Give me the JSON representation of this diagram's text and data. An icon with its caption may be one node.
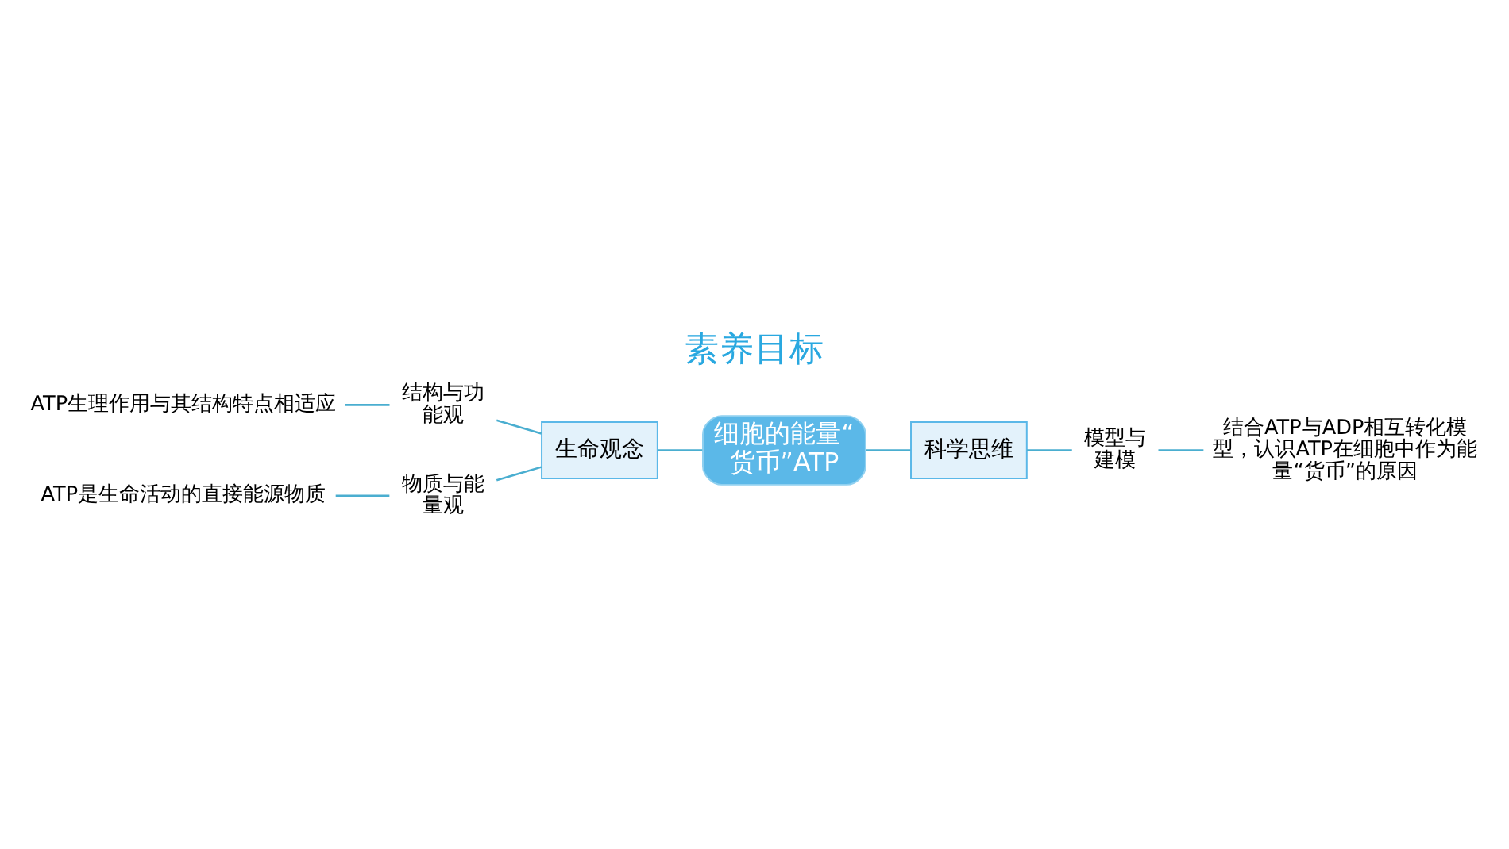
{
  "diagram": {
    "title": "素养目标",
    "nodes": [
      {
        "text": [
          "细胞的能量“货币”ATP"
        ]
      },
      {
        "text": [
          "生命观念"
        ]
      },
      {
        "text": [
          "结构与功能观"
        ]
      },
      {
        "text": [
          "物质与能量观"
        ]
      },
      {
        "text": [
          "ATP生理作用与其结构特点相适应"
        ]
      },
      {
        "text": [
          "ATP是生命活动的直接能源物质"
        ]
      },
      {
        "text": [
          "科学思维"
        ]
      },
      {
        "text": [
          "模型与建模"
        ]
      },
      {
        "text": [
          "结合ATP与ADP相互转化模型，认识ATP在细胞中作为能量“货币”的原因"
        ]
      }
    ],
    "edges": [
      {
        "from": 0,
        "to": 1,
        "arrow": "none"
      },
      {
        "from": 1,
        "to": 2,
        "arrow": "none"
      },
      {
        "from": 1,
        "to": 3,
        "arrow": "none"
      },
      {
        "from": 2,
        "to": 4,
        "arrow": "none"
      },
      {
        "from": 3,
        "to": 5,
        "arrow": "none"
      },
      {
        "from": 0,
        "to": 6,
        "arrow": "none"
      },
      {
        "from": 6,
        "to": 7,
        "arrow": "none"
      },
      {
        "from": 7,
        "to": 8,
        "arrow": "none"
      }
    ]
  }
}
